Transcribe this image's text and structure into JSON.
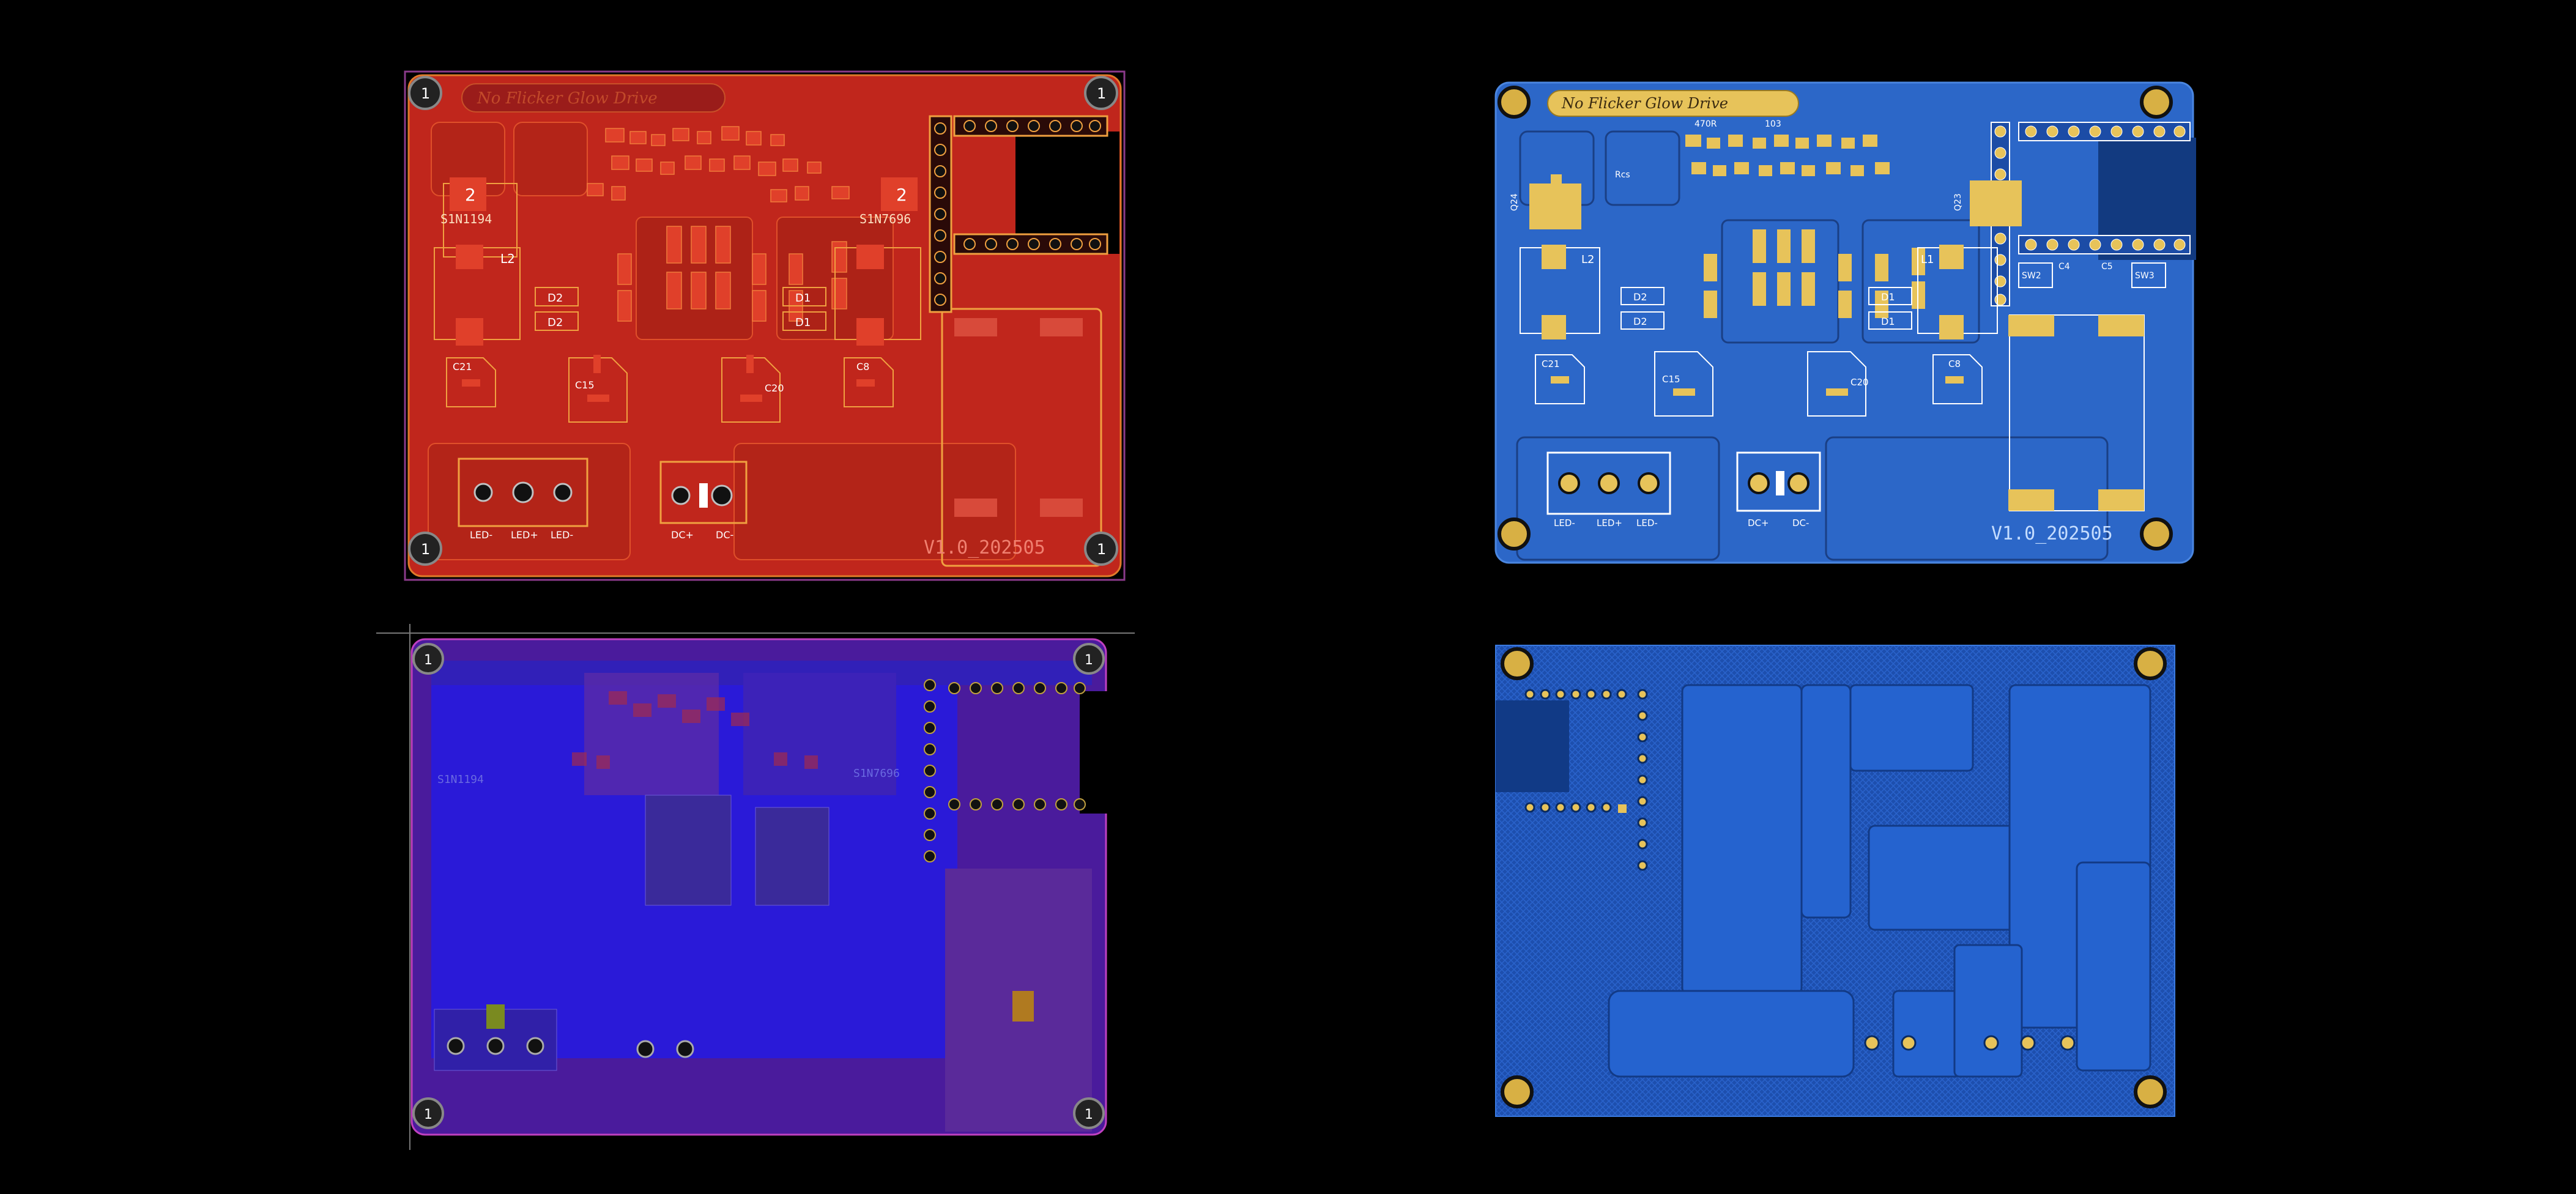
{
  "window": {
    "background": "#000000"
  },
  "board": {
    "title": "No Flicker Glow Drive",
    "version": "V1.0_202505",
    "mount_hole_label": "1",
    "connectors": {
      "led_labels": [
        "LED-",
        "LED+",
        "LED-"
      ],
      "dc_labels": [
        "DC+",
        "DC-"
      ]
    },
    "designators": {
      "u_left": "2",
      "part_left": "S1N1194",
      "part_right": "S1N7696",
      "l2": "L2",
      "l1": "L1",
      "d2a": "D2",
      "d2b": "D2",
      "d1a": "D1",
      "d1b": "D1",
      "c21": "C21",
      "c15": "C15",
      "c20": "C20",
      "c8": "C8",
      "r470": "470R",
      "c103": "103",
      "q24": "Q24",
      "q23": "Q23",
      "sw2": "SW2",
      "sw3": "SW3",
      "c4": "C4",
      "c5": "C5",
      "rcs": "Rcs"
    }
  },
  "views": [
    {
      "name": "top-copper-red",
      "color": "#c0261c"
    },
    {
      "name": "top-copper-blue",
      "color": "#2c67c8"
    },
    {
      "name": "all-layers-overlay",
      "color": "#2a16b8"
    },
    {
      "name": "bottom-copper",
      "color": "#1f58c0"
    }
  ]
}
